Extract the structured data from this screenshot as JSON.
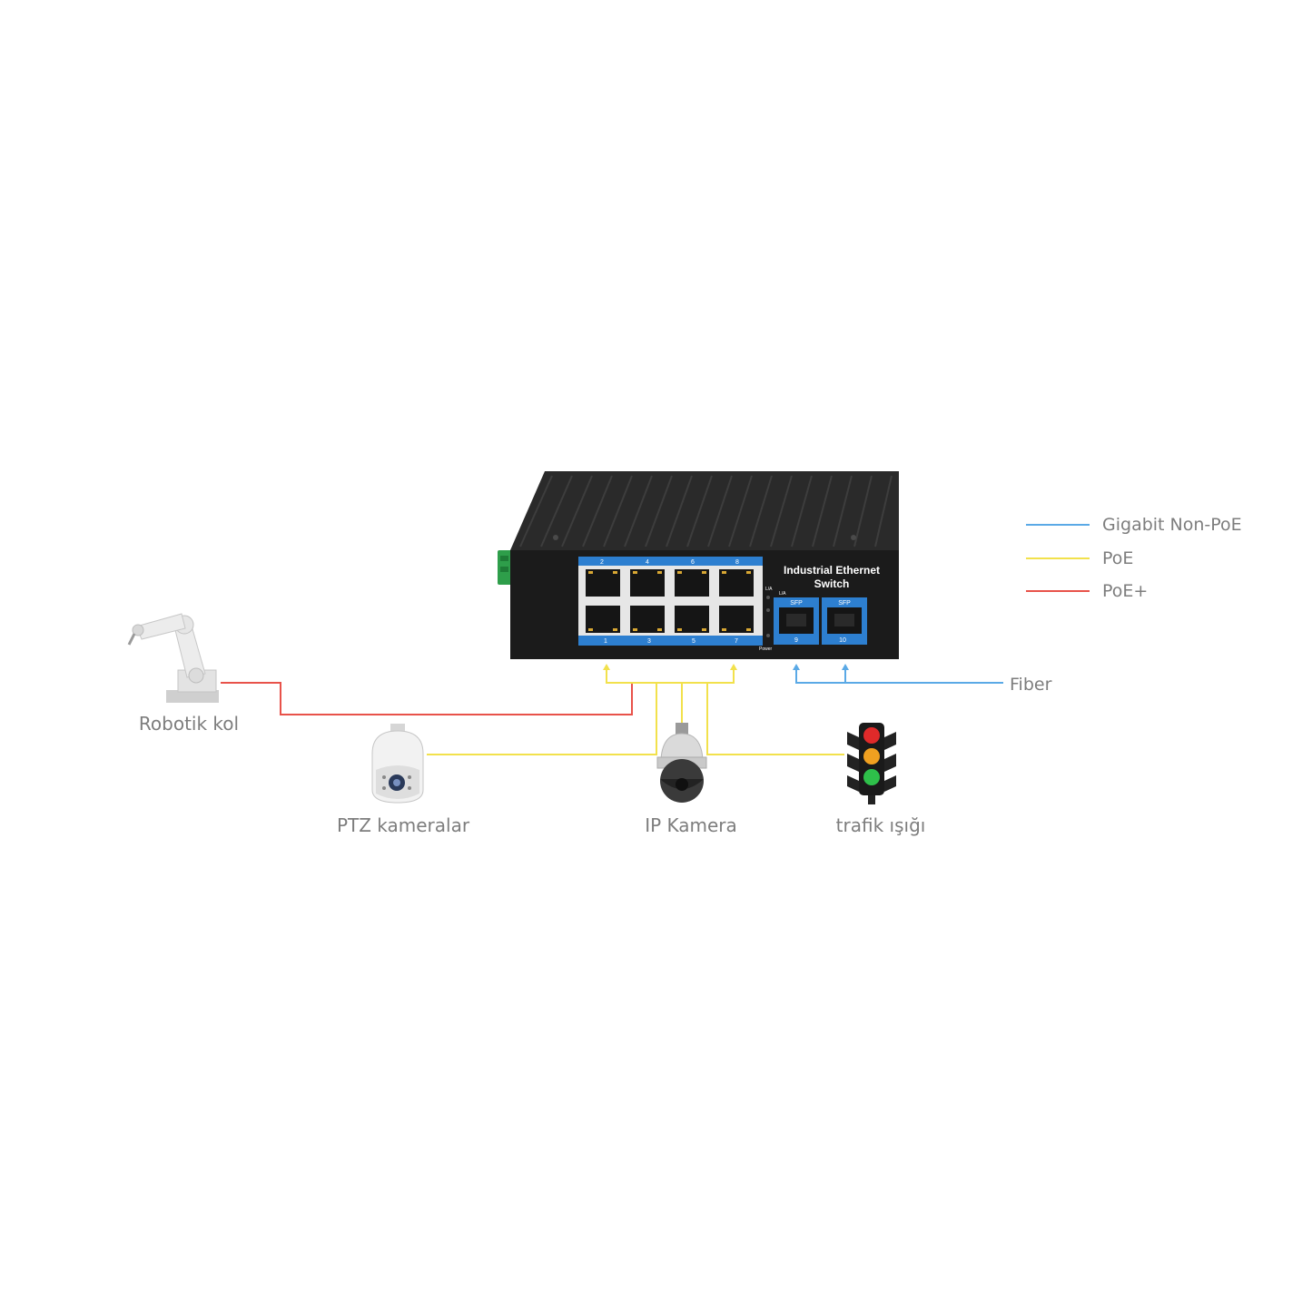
{
  "switch": {
    "title_line1": "Industrial Ethernet",
    "title_line2": "Switch",
    "top_port_numbers": [
      "2",
      "4",
      "6",
      "8"
    ],
    "bottom_port_numbers": [
      "1",
      "3",
      "5",
      "7"
    ],
    "sfp_label": "SFP",
    "sfp_port_numbers": [
      "9",
      "10"
    ],
    "led_label_la1": "L/A",
    "led_label_la2": "L/A",
    "led_label_power": "Power"
  },
  "legend": [
    {
      "label": "Gigabit Non-PoE",
      "color": "#5aa9e6"
    },
    {
      "label": "PoE",
      "color": "#f2e14c"
    },
    {
      "label": "PoE+",
      "color": "#e8524a"
    }
  ],
  "devices": {
    "robot_arm": "Robotik kol",
    "ptz_camera": "PTZ kameralar",
    "ip_camera": "IP Kamera",
    "traffic_light": "trafik ışığı"
  },
  "fiber_label": "Fiber",
  "colors": {
    "poe": "#f2e14c",
    "poe_plus": "#e8524a",
    "non_poe": "#5aa9e6",
    "switch_body": "#1b1b1b",
    "port_strip": "#2d7fd0",
    "label_gray": "#7d7d7d"
  }
}
